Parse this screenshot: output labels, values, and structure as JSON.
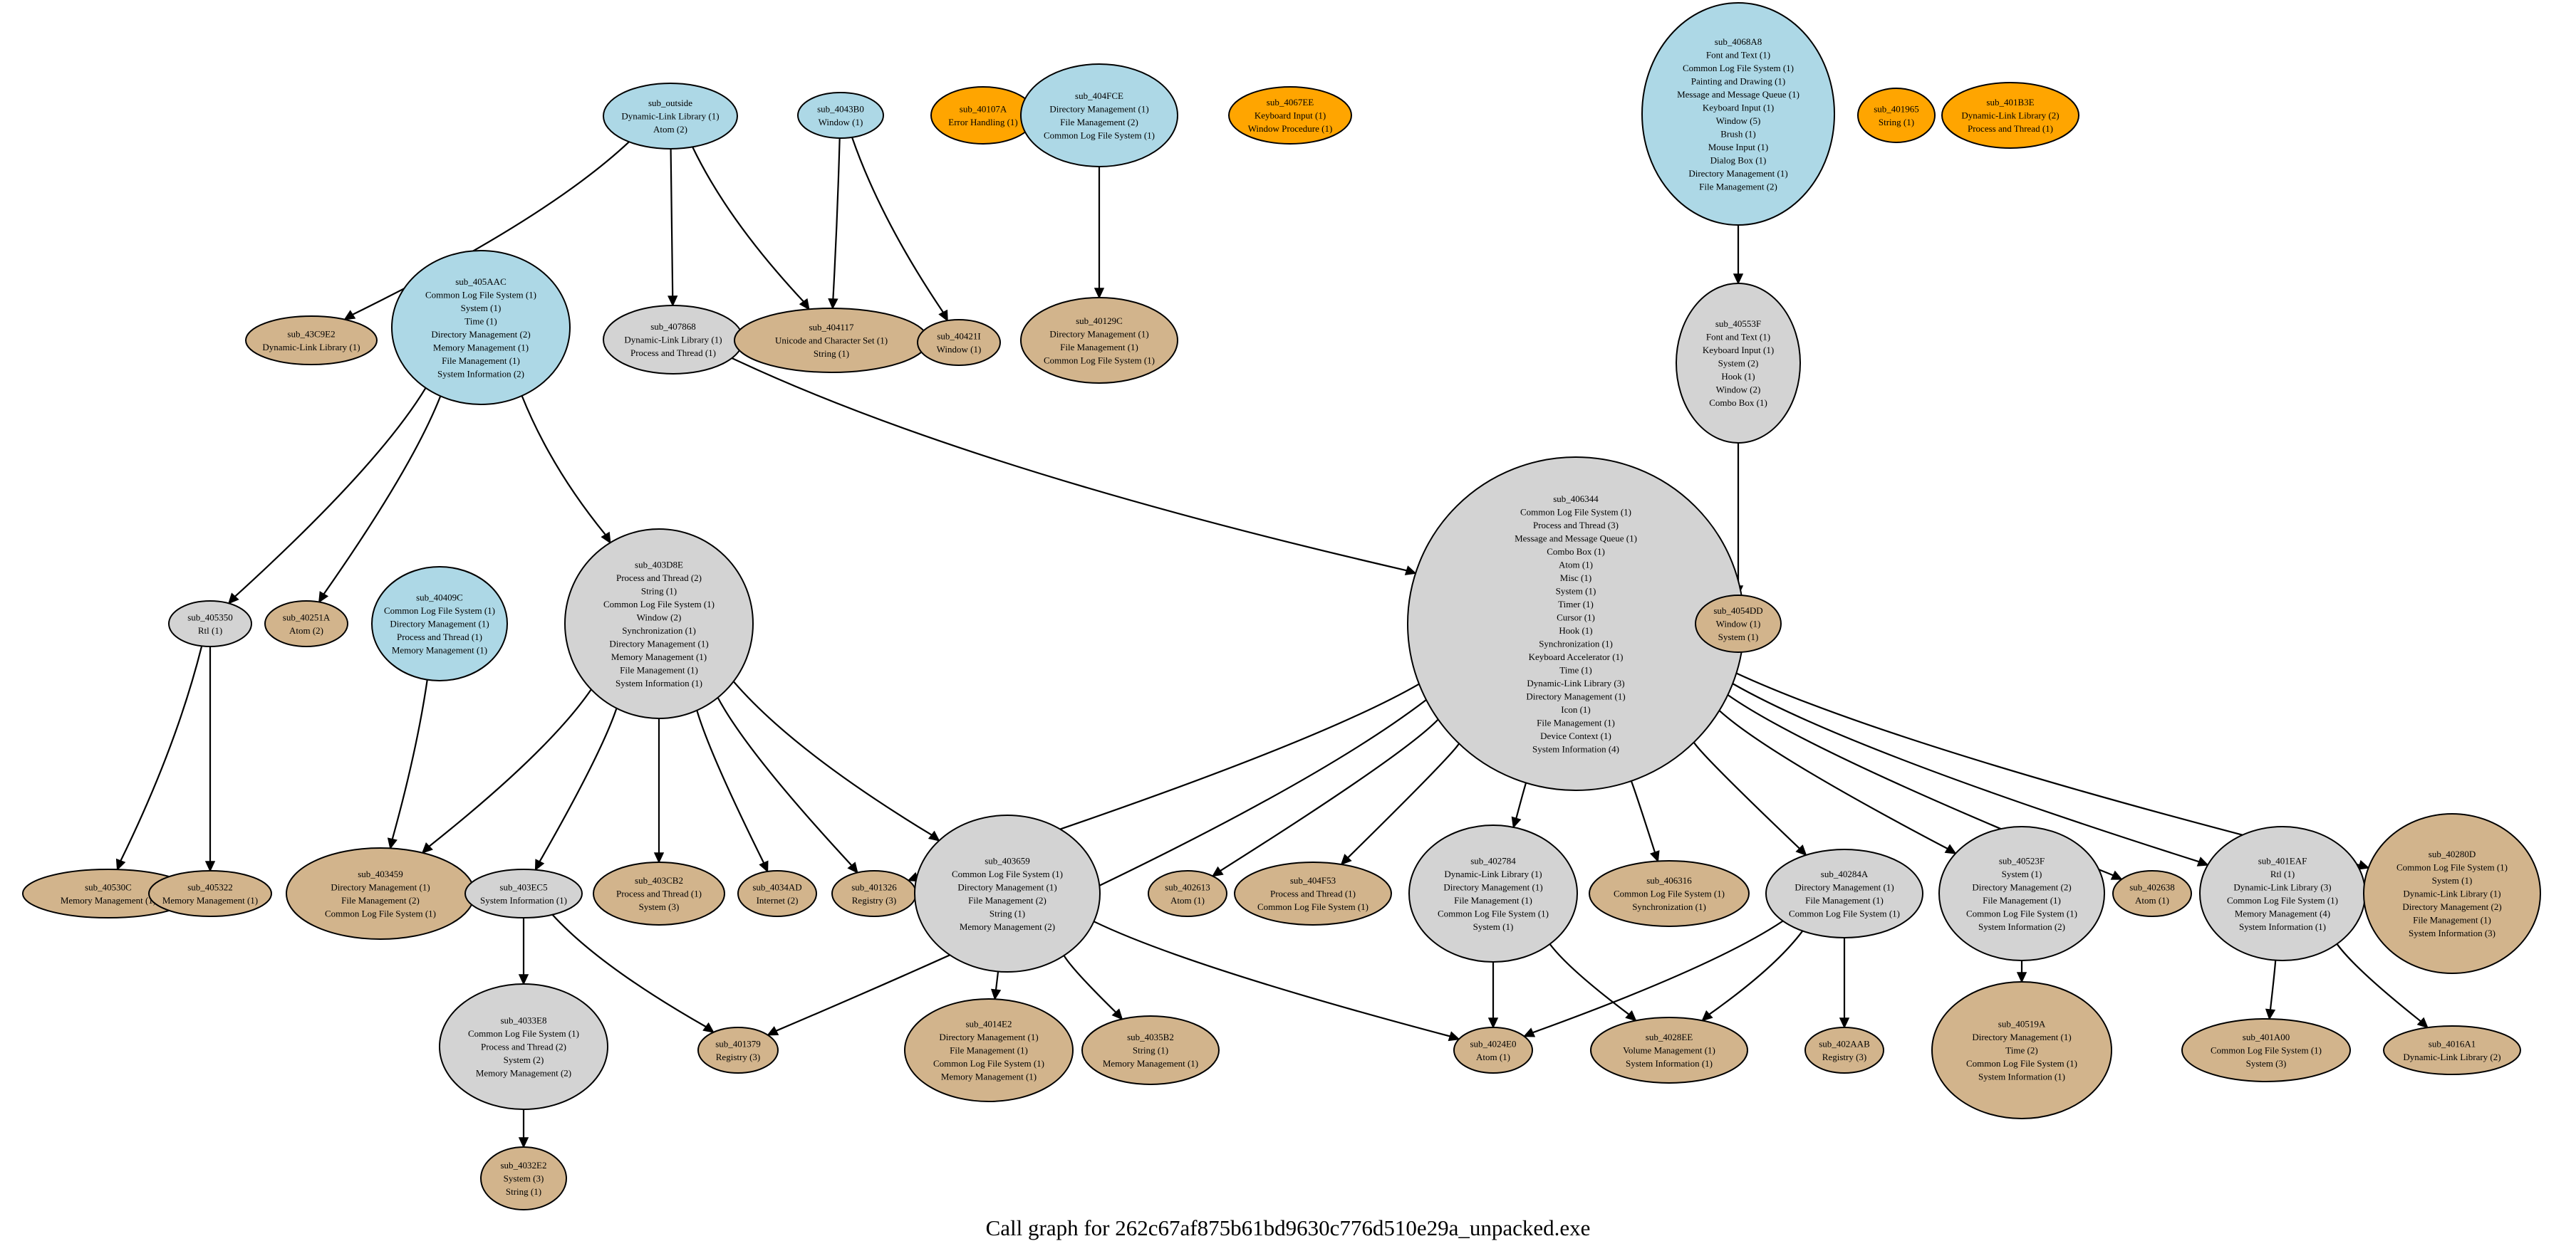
{
  "caption": "Call graph for 262c67af875b61bd9630c776d510e29a_unpacked.exe",
  "colors": {
    "entry": "#add8e6",
    "internal": "#d3d3d3",
    "leaf": "#d2b48c",
    "isolated": "#ffa500"
  },
  "nodes": {
    "sub_outside": {
      "kind": "entry",
      "lines": [
        "sub_outside",
        "Dynamic-Link Library (1)",
        "Atom (2)"
      ]
    },
    "sub_4043B0": {
      "kind": "entry",
      "lines": [
        "sub_4043B0",
        "Window (1)"
      ]
    },
    "sub_40107A": {
      "kind": "isolated",
      "lines": [
        "sub_40107A",
        "Error Handling (1)"
      ]
    },
    "sub_404FCE": {
      "kind": "entry",
      "lines": [
        "sub_404FCE",
        "Directory Management (1)",
        "File Management (2)",
        "Common Log File System (1)"
      ]
    },
    "sub_4067EE": {
      "kind": "isolated",
      "lines": [
        "sub_4067EE",
        "Keyboard Input (1)",
        "Window Procedure (1)"
      ]
    },
    "sub_4068A8": {
      "kind": "entry",
      "lines": [
        "sub_4068A8",
        "Font and Text (1)",
        "Common Log File System (1)",
        "Painting and Drawing (1)",
        "Message and Message Queue (1)",
        "Keyboard Input (1)",
        "Window (5)",
        "Brush (1)",
        "Mouse Input (1)",
        "Dialog Box (1)",
        "Directory Management (1)",
        "File Management (2)"
      ]
    },
    "sub_401965": {
      "kind": "isolated",
      "lines": [
        "sub_401965",
        "String (1)"
      ]
    },
    "sub_401B3E": {
      "kind": "isolated",
      "lines": [
        "sub_401B3E",
        "Dynamic-Link Library (2)",
        "Process and Thread (1)"
      ]
    },
    "sub_43C9E2": {
      "kind": "leaf",
      "lines": [
        "sub_43C9E2",
        "Dynamic-Link Library (1)"
      ]
    },
    "sub_405AAC": {
      "kind": "entry",
      "lines": [
        "sub_405AAC",
        "Common Log File System (1)",
        "System (1)",
        "Time (1)",
        "Directory Management (2)",
        "Memory Management (1)",
        "File Management (1)",
        "System Information (2)"
      ]
    },
    "sub_407868": {
      "kind": "internal",
      "lines": [
        "sub_407868",
        "Dynamic-Link Library (1)",
        "Process and Thread (1)"
      ]
    },
    "sub_404117": {
      "kind": "leaf",
      "lines": [
        "sub_404117",
        "Unicode and Character Set (1)",
        "String (1)"
      ]
    },
    "sub_40421I": {
      "kind": "leaf",
      "lines": [
        "sub_40421I",
        "Window (1)"
      ]
    },
    "sub_40129C": {
      "kind": "leaf",
      "lines": [
        "sub_40129C",
        "Directory Management (1)",
        "File Management (1)",
        "Common Log File System (1)"
      ]
    },
    "sub_40553F": {
      "kind": "internal",
      "lines": [
        "sub_40553F",
        "Font and Text (1)",
        "Keyboard Input (1)",
        "System (2)",
        "Hook (1)",
        "Window (2)",
        "Combo Box (1)"
      ]
    },
    "sub_405350": {
      "kind": "internal",
      "lines": [
        "sub_405350",
        "Rtl (1)"
      ]
    },
    "sub_40251A": {
      "kind": "leaf",
      "lines": [
        "sub_40251A",
        "Atom (2)"
      ]
    },
    "sub_40409C": {
      "kind": "entry",
      "lines": [
        "sub_40409C",
        "Common Log File System (1)",
        "Directory Management (1)",
        "Process and Thread (1)",
        "Memory Management (1)"
      ]
    },
    "sub_403D8E": {
      "kind": "internal",
      "lines": [
        "sub_403D8E",
        "Process and Thread (2)",
        "String (1)",
        "Common Log File System (1)",
        "Window (2)",
        "Synchronization (1)",
        "Directory Management (1)",
        "Memory Management (1)",
        "File Management (1)",
        "System Information (1)"
      ]
    },
    "sub_406344": {
      "kind": "internal",
      "lines": [
        "sub_406344",
        "Common Log File System (1)",
        "Process and Thread (3)",
        "Message and Message Queue (1)",
        "Combo Box (1)",
        "Atom (1)",
        "Misc (1)",
        "System (1)",
        "Timer (1)",
        "Cursor (1)",
        "Hook (1)",
        "Synchronization (1)",
        "Keyboard Accelerator (1)",
        "Time (1)",
        "Dynamic-Link Library (3)",
        "Directory Management (1)",
        "Icon (1)",
        "File Management (1)",
        "Device Context (1)",
        "System Information (4)"
      ]
    },
    "sub_4054DD": {
      "kind": "leaf",
      "lines": [
        "sub_4054DD",
        "Window (1)",
        "System (1)"
      ]
    },
    "sub_40530C": {
      "kind": "leaf",
      "lines": [
        "sub_40530C",
        "Memory Management (1)"
      ]
    },
    "sub_405322": {
      "kind": "leaf",
      "lines": [
        "sub_405322",
        "Memory Management (1)"
      ]
    },
    "sub_403459": {
      "kind": "leaf",
      "lines": [
        "sub_403459",
        "Directory Management (1)",
        "File Management (2)",
        "Common Log File System (1)"
      ]
    },
    "sub_403EC5": {
      "kind": "internal",
      "lines": [
        "sub_403EC5",
        "System Information (1)"
      ]
    },
    "sub_403CB2": {
      "kind": "leaf",
      "lines": [
        "sub_403CB2",
        "Process and Thread (1)",
        "System (3)"
      ]
    },
    "sub_4034AD": {
      "kind": "leaf",
      "lines": [
        "sub_4034AD",
        "Internet (2)"
      ]
    },
    "sub_401326": {
      "kind": "leaf",
      "lines": [
        "sub_401326",
        "Registry (3)"
      ]
    },
    "sub_403659": {
      "kind": "internal",
      "lines": [
        "sub_403659",
        "Common Log File System (1)",
        "Directory Management (1)",
        "File Management (2)",
        "String (1)",
        "Memory Management (2)"
      ]
    },
    "sub_402613": {
      "kind": "leaf",
      "lines": [
        "sub_402613",
        "Atom (1)"
      ]
    },
    "sub_404F53": {
      "kind": "leaf",
      "lines": [
        "sub_404F53",
        "Process and Thread (1)",
        "Common Log File System (1)"
      ]
    },
    "sub_402784": {
      "kind": "internal",
      "lines": [
        "sub_402784",
        "Dynamic-Link Library (1)",
        "Directory Management (1)",
        "File Management (1)",
        "Common Log File System (1)",
        "System (1)"
      ]
    },
    "sub_406316": {
      "kind": "leaf",
      "lines": [
        "sub_406316",
        "Common Log File System (1)",
        "Synchronization (1)"
      ]
    },
    "sub_40284A": {
      "kind": "internal",
      "lines": [
        "sub_40284A",
        "Directory Management (1)",
        "File Management (1)",
        "Common Log File System (1)"
      ]
    },
    "sub_40523F": {
      "kind": "internal",
      "lines": [
        "sub_40523F",
        "System (1)",
        "Directory Management (2)",
        "File Management (1)",
        "Common Log File System (1)",
        "System Information (2)"
      ]
    },
    "sub_402638": {
      "kind": "leaf",
      "lines": [
        "sub_402638",
        "Atom (1)"
      ]
    },
    "sub_401EAF": {
      "kind": "internal",
      "lines": [
        "sub_401EAF",
        "Rtl (1)",
        "Dynamic-Link Library (3)",
        "Common Log File System (1)",
        "Memory Management (4)",
        "System Information (1)"
      ]
    },
    "sub_40280D": {
      "kind": "leaf",
      "lines": [
        "sub_40280D",
        "Common Log File System (1)",
        "System (1)",
        "Dynamic-Link Library (1)",
        "Directory Management (2)",
        "File Management (1)",
        "System Information (3)"
      ]
    },
    "sub_4033E8": {
      "kind": "internal",
      "lines": [
        "sub_4033E8",
        "Common Log File System (1)",
        "Process and Thread (2)",
        "System (2)",
        "Memory Management (2)"
      ]
    },
    "sub_401379": {
      "kind": "leaf",
      "lines": [
        "sub_401379",
        "Registry (3)"
      ]
    },
    "sub_4014E2": {
      "kind": "leaf",
      "lines": [
        "sub_4014E2",
        "Directory Management (1)",
        "File Management (1)",
        "Common Log File System (1)",
        "Memory Management (1)"
      ]
    },
    "sub_4035B2": {
      "kind": "leaf",
      "lines": [
        "sub_4035B2",
        "String (1)",
        "Memory Management (1)"
      ]
    },
    "sub_4024E0": {
      "kind": "leaf",
      "lines": [
        "sub_4024E0",
        "Atom (1)"
      ]
    },
    "sub_4028EE": {
      "kind": "leaf",
      "lines": [
        "sub_4028EE",
        "Volume Management (1)",
        "System Information (1)"
      ]
    },
    "sub_402AAB": {
      "kind": "leaf",
      "lines": [
        "sub_402AAB",
        "Registry (3)"
      ]
    },
    "sub_40519A": {
      "kind": "leaf",
      "lines": [
        "sub_40519A",
        "Directory Management (1)",
        "Time (2)",
        "Common Log File System (1)",
        "System Information (1)"
      ]
    },
    "sub_401A00": {
      "kind": "leaf",
      "lines": [
        "sub_401A00",
        "Common Log File System (1)",
        "System (3)"
      ]
    },
    "sub_4016A1": {
      "kind": "leaf",
      "lines": [
        "sub_4016A1",
        "Dynamic-Link Library (2)"
      ]
    },
    "sub_4032E2": {
      "kind": "leaf",
      "lines": [
        "sub_4032E2",
        "System (3)",
        "String (1)"
      ]
    }
  },
  "edges": [
    [
      "sub_outside",
      "sub_43C9E2"
    ],
    [
      "sub_outside",
      "sub_407868"
    ],
    [
      "sub_outside",
      "sub_404117"
    ],
    [
      "sub_4043B0",
      "sub_404117"
    ],
    [
      "sub_4043B0",
      "sub_40421I"
    ],
    [
      "sub_404FCE",
      "sub_40129C"
    ],
    [
      "sub_4068A8",
      "sub_40553F"
    ],
    [
      "sub_40553F",
      "sub_4054DD"
    ],
    [
      "sub_405AAC",
      "sub_405350"
    ],
    [
      "sub_405AAC",
      "sub_40251A"
    ],
    [
      "sub_405AAC",
      "sub_403D8E"
    ],
    [
      "sub_407868",
      "sub_406344"
    ],
    [
      "sub_405350",
      "sub_40530C"
    ],
    [
      "sub_405350",
      "sub_405322"
    ],
    [
      "sub_40409C",
      "sub_403459"
    ],
    [
      "sub_403D8E",
      "sub_403459"
    ],
    [
      "sub_403D8E",
      "sub_403EC5"
    ],
    [
      "sub_403D8E",
      "sub_403CB2"
    ],
    [
      "sub_403D8E",
      "sub_4034AD"
    ],
    [
      "sub_403D8E",
      "sub_401326"
    ],
    [
      "sub_403D8E",
      "sub_403659"
    ],
    [
      "sub_406344",
      "sub_401326"
    ],
    [
      "sub_406344",
      "sub_401379"
    ],
    [
      "sub_406344",
      "sub_402613"
    ],
    [
      "sub_406344",
      "sub_404F53"
    ],
    [
      "sub_406344",
      "sub_402784"
    ],
    [
      "sub_406344",
      "sub_406316"
    ],
    [
      "sub_406344",
      "sub_40284A"
    ],
    [
      "sub_406344",
      "sub_40523F"
    ],
    [
      "sub_406344",
      "sub_402638"
    ],
    [
      "sub_406344",
      "sub_401EAF"
    ],
    [
      "sub_406344",
      "sub_40280D"
    ],
    [
      "sub_403EC5",
      "sub_4033E8"
    ],
    [
      "sub_403EC5",
      "sub_401379"
    ],
    [
      "sub_403659",
      "sub_4014E2"
    ],
    [
      "sub_403659",
      "sub_4035B2"
    ],
    [
      "sub_403659",
      "sub_4024E0"
    ],
    [
      "sub_402784",
      "sub_4024E0"
    ],
    [
      "sub_402784",
      "sub_4028EE"
    ],
    [
      "sub_40284A",
      "sub_4024E0"
    ],
    [
      "sub_40284A",
      "sub_4028EE"
    ],
    [
      "sub_40284A",
      "sub_402AAB"
    ],
    [
      "sub_40523F",
      "sub_40519A"
    ],
    [
      "sub_401EAF",
      "sub_401A00"
    ],
    [
      "sub_401EAF",
      "sub_4016A1"
    ],
    [
      "sub_4033E8",
      "sub_4032E2"
    ]
  ]
}
